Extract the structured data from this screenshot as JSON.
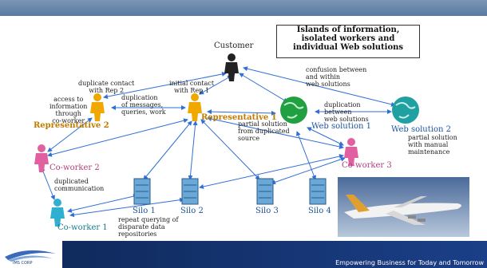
{
  "title_box": {
    "line1": "Islands of information,",
    "line2": "isolated workers and",
    "line3": "individual Web solutions"
  },
  "nodes": {
    "customer": "Customer",
    "rep1": "Representative 1",
    "rep2": "Representative 2",
    "web1": "Web solution 1",
    "web2": "Web solution 2",
    "coworker1": "Co-worker 1",
    "coworker2": "Co-worker 2",
    "coworker3": "Co-worker 3",
    "silo1": "Silo 1",
    "silo2": "Silo 2",
    "silo3": "Silo 3",
    "silo4": "Silo 4"
  },
  "annotations": {
    "dup_contact": [
      "duplicate contact",
      "with Rep 2"
    ],
    "initial_contact": [
      "initial contact",
      "with Rep 1"
    ],
    "access_info": [
      "access to",
      "information",
      "through",
      "co-worker"
    ],
    "dup_messages": [
      "duplication",
      "of messages,",
      "queries, work"
    ],
    "confusion": [
      "confusion between",
      "and within",
      "web solutions"
    ],
    "dup_web": [
      "duplication",
      "between",
      "web solutions"
    ],
    "partial_dup": [
      "partial solution",
      "from duplicated",
      "source"
    ],
    "partial_manual": [
      "partial solution",
      "with manual",
      "maintenance"
    ],
    "dup_comm": [
      "duplicated",
      "communication"
    ],
    "repeat_query": [
      "repeat querying of",
      "disparate data",
      "repositories"
    ]
  },
  "footer": {
    "tagline": "Empowering Business for Today and Tomorrow",
    "logo_text": "IMS CORP"
  },
  "colors": {
    "header": "#5b7aa0",
    "footer": "#1b3f88",
    "arrow": "#2f6fd6",
    "rep": "#f0a800",
    "coworker_pink": "#e060a0",
    "coworker_teal": "#30b0d0",
    "globe": "#20a040"
  }
}
